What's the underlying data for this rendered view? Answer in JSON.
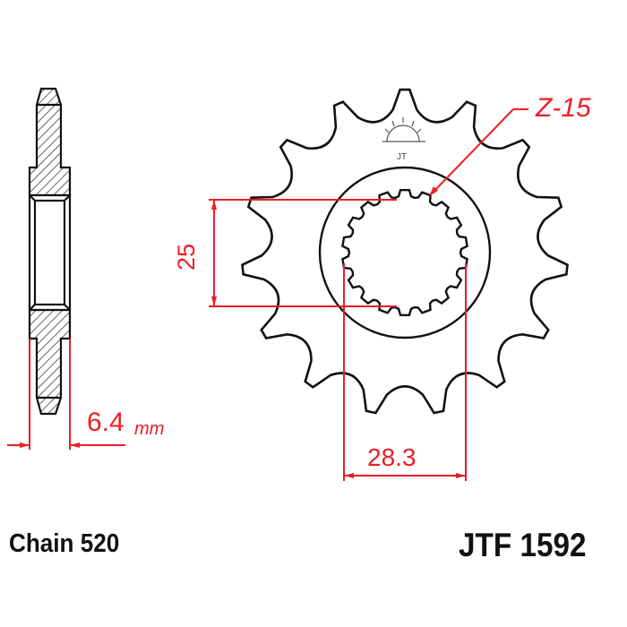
{
  "diagram": {
    "type": "front sprocket technical drawing",
    "colors": {
      "outline": "#111111",
      "dimension": "#ee1c25",
      "background": "#ffffff"
    },
    "teeth_label": "Z-15",
    "dimension_height": "25",
    "dimension_width": "28.3",
    "thickness_value": "6.4",
    "thickness_unit": "mm",
    "chain_label": "Chain 520",
    "part_number": "JTF 1592",
    "logo_icon": "sun-logo-icon"
  }
}
